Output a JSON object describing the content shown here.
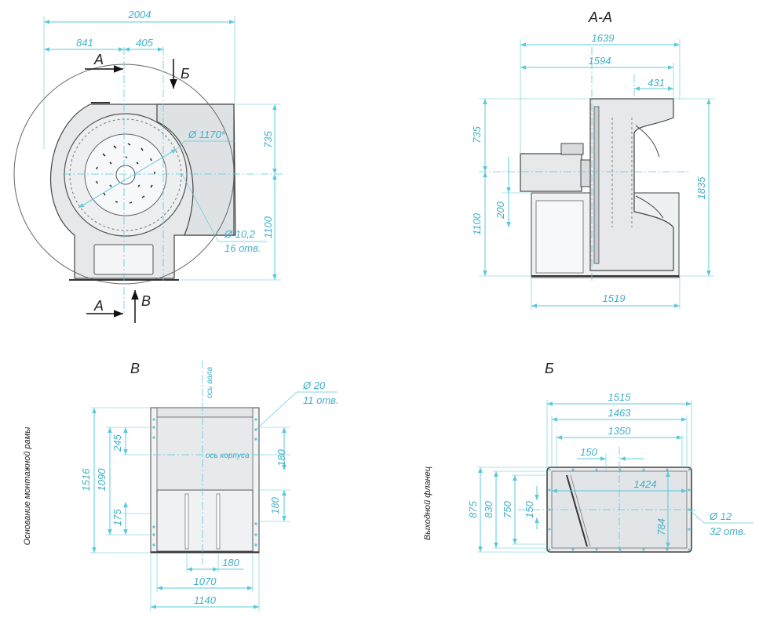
{
  "views": {
    "front": {
      "dims": {
        "overall_width": "2004",
        "left": "841",
        "inlet_offset": "405",
        "diameter": "Ø 1170*",
        "upper_height": "735",
        "lower_height": "1100",
        "hole_diameter": "Ø 10,2",
        "hole_count": "16 отв."
      },
      "section_labels": {
        "a_top": "А",
        "b_top": "Б",
        "a_bottom": "А",
        "v_bottom": "В"
      }
    },
    "section_aa": {
      "title": "А-А",
      "dims": {
        "w1": "1639",
        "w2": "1594",
        "w3": "431",
        "h_upper": "735",
        "h_lower": "1100",
        "h_total": "1835",
        "h_small": "200",
        "base_width": "1519"
      }
    },
    "view_v": {
      "title": "В",
      "side_note": "Основание монтажной рамы",
      "axis_shaft": "ось вала",
      "axis_body": "ось корпуса",
      "dims": {
        "hole_diameter": "Ø 20",
        "hole_count": "11 отв.",
        "h_total": "1516",
        "h_mid": "1090",
        "h_245": "245",
        "h_175": "175",
        "r_180a": "180",
        "r_180b": "180",
        "b_180": "180",
        "w_1070": "1070",
        "w_1140": "1140"
      }
    },
    "view_b": {
      "title": "Б",
      "side_note": "Выходной фланец",
      "dims": {
        "w_1515": "1515",
        "w_1463": "1463",
        "w_1350": "1350",
        "w_150": "150",
        "w_1424": "1424",
        "h_875": "875",
        "h_830": "830",
        "h_750": "750",
        "h_150": "150",
        "h_784": "784",
        "hole_diameter": "Ø 12",
        "hole_count": "32 отв."
      }
    }
  },
  "colors": {
    "dimension": "#5bc8dc",
    "body": "#e6e8ea",
    "outline": "#444444"
  }
}
